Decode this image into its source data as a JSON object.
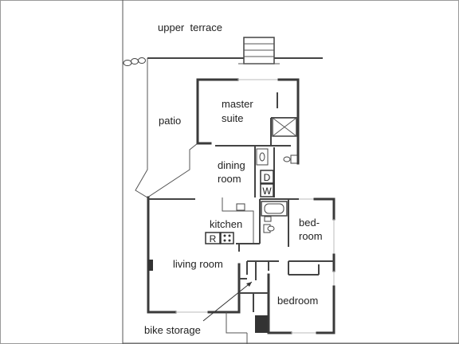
{
  "labels": {
    "upper_terrace": "upper  terrace",
    "patio": "patio",
    "master_suite_line1": "master",
    "master_suite_line2": "suite",
    "dining_line1": "dining",
    "dining_line2": "room",
    "kitchen": "kitchen",
    "bedroom_small_line1": "bed-",
    "bedroom_small_line2": "room",
    "living_room": "living room",
    "bedroom": "bedroom",
    "bike_storage": "bike storage",
    "dishwasher_d": "D",
    "dishwasher_w": "W",
    "range": "R"
  }
}
